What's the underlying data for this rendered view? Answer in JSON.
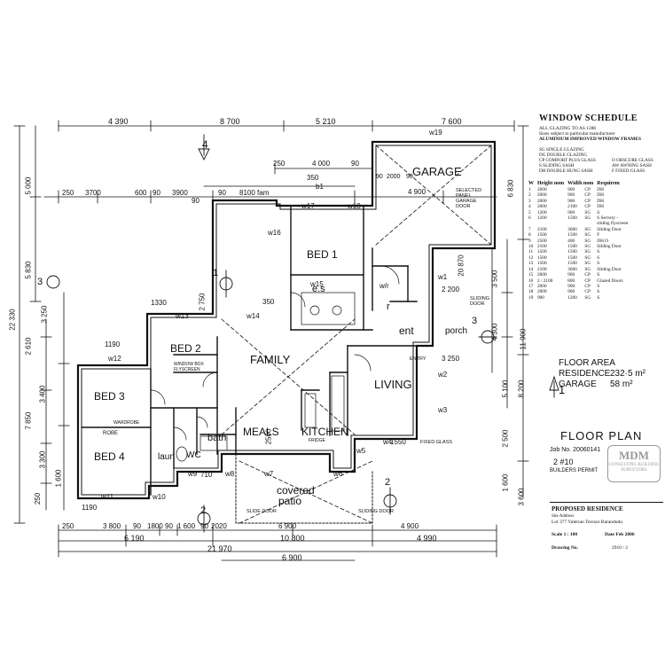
{
  "rooms": {
    "garage": "GARAGE",
    "bed1": "BED 1",
    "es": "e.s",
    "bed2": "BED 2",
    "family": "FAMILY",
    "bed3": "BED 3",
    "bed4": "BED 4",
    "living": "LIVING",
    "meals": "MEALS",
    "kitchen": "KITCHEN",
    "bath": "bath",
    "wc": "WC",
    "laun": "laun",
    "ent": "ent",
    "porch": "porch",
    "robe": "ROBE",
    "wir": "w/r",
    "r": "r",
    "covered": "covered",
    "patio": "patio"
  },
  "dims": {
    "top": [
      "4 390",
      "8 700",
      "5 210",
      "7 600"
    ],
    "row2": [
      "250",
      "3700",
      "600",
      "90",
      "3900",
      "90",
      "8100 fam",
      "350",
      "b1",
      "90",
      "2000",
      "90"
    ],
    "garage_row": [
      "250",
      "4 000",
      "90",
      "4 900"
    ],
    "w19": "w19",
    "bottom1": [
      "250",
      "3 800",
      "90",
      "1800",
      "90",
      "1 600",
      "90",
      "2020",
      "6 900",
      "4 900"
    ],
    "bottom2": [
      "6 190",
      "10 800",
      "4 990"
    ],
    "overall_w": "21 970",
    "bottom_extra": "6 900",
    "left": [
      "5 000",
      "5 830",
      "22 330",
      "2 610",
      "3 250",
      "3 400",
      "7 850",
      "3 300",
      "1 600",
      "250"
    ],
    "right": [
      "6 830",
      "3 500",
      "20 870",
      "4 300",
      "11 900",
      "5 100",
      "8 200",
      "2 500",
      "3 600",
      "1 600"
    ],
    "misc": [
      "1330",
      "1190",
      "1190",
      "2 200",
      "1550",
      "3 250",
      "90",
      "2 750",
      "2500",
      "350",
      "710"
    ]
  },
  "windows": [
    "w1",
    "w2",
    "w3",
    "w4",
    "w5",
    "w6",
    "w7",
    "w8",
    "w9",
    "w10",
    "w11",
    "w12",
    "w13",
    "w14",
    "w15",
    "w16",
    "w17",
    "w18"
  ],
  "notes": {
    "garage_door": "SELECTED PANEL GARAGE DOOR",
    "sliding": "SLIDING DOOR",
    "window_opening": "WINDOW BOX",
    "flyscreen": "FLYSCREEN",
    "fixed": "FIXED GLASS",
    "entry": "ENTRY",
    "wardrobe": "WARDROBE",
    "sliding_door2": "SLIDE DOOR",
    "fridge": "FRIDGE",
    "sliding_door3": "SLIDING DOOR"
  },
  "markers": {
    "n4": "4",
    "n1": "1",
    "n3a": "3",
    "n3b": "3",
    "n2a": "2",
    "n2b": "2",
    "n1b": "1"
  },
  "schedule": {
    "title": "WINDOW SCHEDULE",
    "line1": "ALL GLAZING TO AS 1288",
    "line2": "Sizes subject to particular manufacturer",
    "line3": "ALUMINIUM IMPROVED WINDOW FRAMES",
    "keys_left": [
      "SG   SINGLE GLAZING",
      "DG   DOUBLE GLAZING",
      "CP   COMFORT PLUS GLASS",
      "S    SLIDING SASH",
      "DH   DOUBLE HUNG SASH"
    ],
    "keys_right": [
      "O  OBSCURE GLASS",
      "AW AWNING SASH",
      "F  FIXED GLASS"
    ],
    "headers": [
      "W",
      "Height nom",
      "Width nom",
      "Requirem"
    ],
    "rows": [
      [
        "1",
        "2000",
        "900",
        "CP",
        "DH"
      ],
      [
        "2",
        "2000",
        "900",
        "CP",
        "DH"
      ],
      [
        "3",
        "2000",
        "900",
        "CP",
        "DH"
      ],
      [
        "4",
        "2000",
        "2100",
        "CP",
        "DH"
      ],
      [
        "5",
        "1200",
        "900",
        "SG",
        "S"
      ],
      [
        "6",
        "1200",
        "1500",
        "SG",
        "S Servery -"
      ],
      [
        "",
        "",
        "",
        "",
        "sliding flyscreen"
      ],
      [
        "7",
        "2100",
        "3600",
        "SG",
        "Sliding Door"
      ],
      [
        "8",
        "1500",
        "1500",
        "SG",
        "F"
      ],
      [
        "9",
        "2500",
        "400",
        "SG",
        "DH O"
      ],
      [
        "10",
        "2100",
        "1500",
        "SG",
        "Sliding Door"
      ],
      [
        "11",
        "1500",
        "1500",
        "SG",
        "S"
      ],
      [
        "12",
        "1500",
        "1500",
        "SG",
        "S"
      ],
      [
        "13",
        "1500",
        "1500",
        "SG",
        "S"
      ],
      [
        "14",
        "2100",
        "3600",
        "SG",
        "Sliding Door"
      ],
      [
        "15",
        "2000",
        "900",
        "CP",
        "S"
      ],
      [
        "16",
        "2 / 2100",
        "800",
        "CP",
        "Glazed Doors"
      ],
      [
        "17",
        "2000",
        "900",
        "CP",
        "S"
      ],
      [
        "18",
        "2000",
        "900",
        "CP",
        "S"
      ],
      [
        "19",
        "900",
        "1200",
        "SG",
        "S"
      ]
    ]
  },
  "floor_area": {
    "heading": "FLOOR AREA",
    "residence_label": "RESIDENCE",
    "residence_value": "232·5 m²",
    "garage_label": "GARAGE",
    "garage_value": "58   m²"
  },
  "floor_plan_title": "FLOOR   PLAN",
  "stamp": {
    "line1": "Job No. 20060141",
    "line2": "2  #10",
    "line3": "BUILDERS PERMIT",
    "logo": "MDM",
    "logo_sub": "CONSULTING BUILDING SURVEYORS"
  },
  "title_block": {
    "project": "PROPOSED RESIDENCE",
    "site_label": "Site Address",
    "site": "Lot 377 Valerian Terrace Barandudu",
    "scale": "Scale 1 : 100",
    "date": "Date Feb 2006",
    "drawing_label": "Drawing No.",
    "drawing_no": "2910 / 2"
  }
}
